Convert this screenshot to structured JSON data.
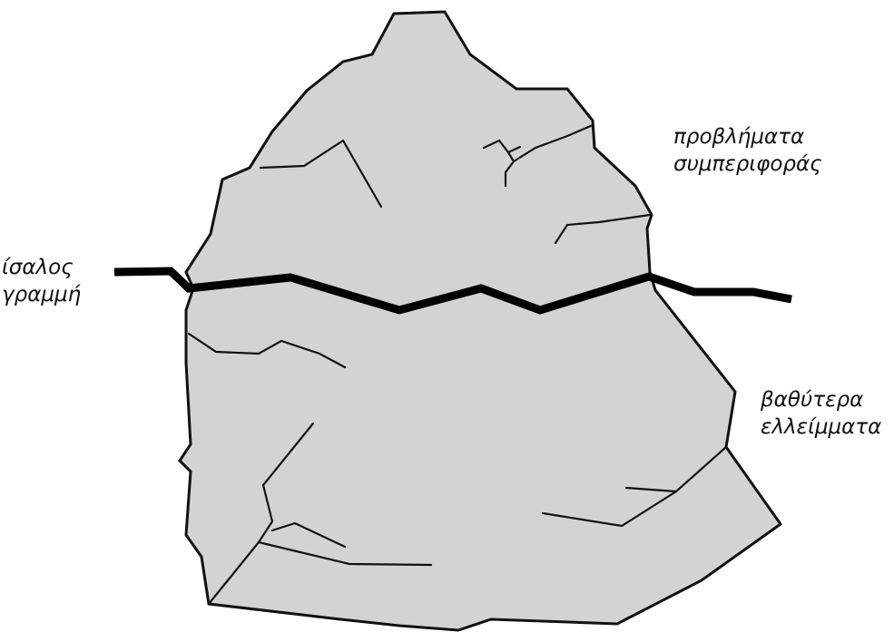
{
  "diagram": {
    "labels": {
      "top": [
        "προβλήματα",
        "συμπεριφοράς"
      ],
      "waterline": [
        "ίσαλος",
        "γραμμή"
      ],
      "bottom": [
        "βαθύτερα",
        "ελλείμματα"
      ]
    },
    "colors": {
      "iceberg_fill": "#d3d3d3",
      "outline": "#111111",
      "waterline": "#000000",
      "background": "#ffffff"
    }
  }
}
